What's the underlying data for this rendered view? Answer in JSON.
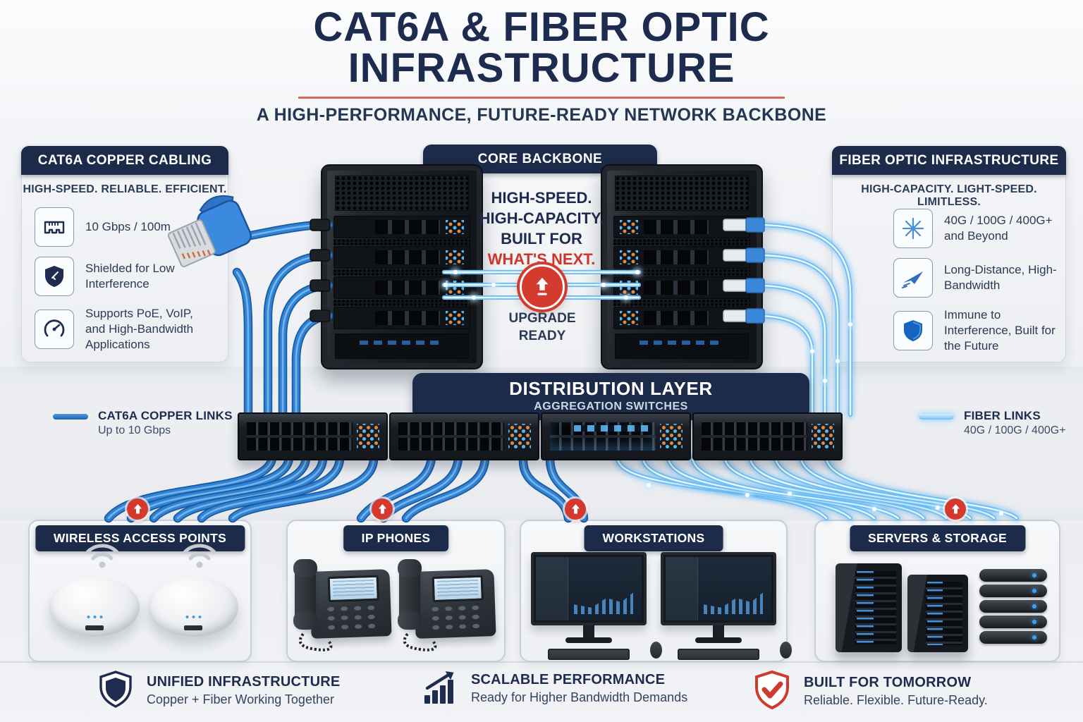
{
  "title": {
    "line1": "CAT6A & FIBER OPTIC",
    "line2": "INFRASTRUCTURE",
    "subtitle": "A HIGH-PERFORMANCE, FUTURE-READY NETWORK BACKBONE"
  },
  "copper_panel": {
    "header": "CAT6A COPPER CABLING",
    "tagline": "HIGH-SPEED. RELIABLE. EFFICIENT.",
    "features": [
      {
        "icon": "ethernet-port-icon",
        "text": "10 Gbps / 100m"
      },
      {
        "icon": "shield-icon",
        "text": "Shielded for Low Interference"
      },
      {
        "icon": "gauge-icon",
        "text": "Supports PoE, VoIP, and High-Bandwidth Applications"
      }
    ]
  },
  "core": {
    "header": "CORE BACKBONE",
    "line1": "HIGH-SPEED.",
    "line2": "HIGH-CAPACITY.",
    "line3": "BUILT FOR",
    "highlight": "WHAT'S NEXT.",
    "upgrade_label": "UPGRADE READY"
  },
  "fiber_panel": {
    "header": "FIBER OPTIC INFRASTRUCTURE",
    "tagline": "HIGH-CAPACITY. LIGHT-SPEED. LIMITLESS.",
    "features": [
      {
        "icon": "burst-icon",
        "text": "40G / 100G / 400G+ and Beyond"
      },
      {
        "icon": "paper-plane-icon",
        "text": "Long-Distance, High-Bandwidth"
      },
      {
        "icon": "shield-icon",
        "text": "Immune to Interference, Built for the Future"
      }
    ]
  },
  "distribution": {
    "title": "DISTRIBUTION LAYER",
    "subtitle": "AGGREGATION SWITCHES"
  },
  "legend_copper": {
    "label": "CAT6A COPPER LINKS",
    "sub": "Up to 10 Gbps"
  },
  "legend_fiber": {
    "label": "FIBER LINKS",
    "sub": "40G / 100G / 400G+"
  },
  "device_panels": {
    "wireless": {
      "title": "WIRELESS ACCESS POINTS"
    },
    "phones": {
      "title": "IP PHONES"
    },
    "workstations": {
      "title": "WORKSTATIONS"
    },
    "servers": {
      "title": "SERVERS & STORAGE"
    }
  },
  "footer": {
    "item1": {
      "title": "UNIFIED INFRASTRUCTURE",
      "sub": "Copper + Fiber Working Together"
    },
    "item2": {
      "title": "SCALABLE PERFORMANCE",
      "sub": "Ready for Higher Bandwidth Demands"
    },
    "item3": {
      "title": "BUILT FOR TOMORROW",
      "sub": "Reliable. Flexible. Future-Ready."
    }
  },
  "colors": {
    "navy": "#1c2b4a",
    "red": "#d5392e",
    "copper_link": "#2f83d6",
    "fiber_link": "#8fd4ff"
  }
}
